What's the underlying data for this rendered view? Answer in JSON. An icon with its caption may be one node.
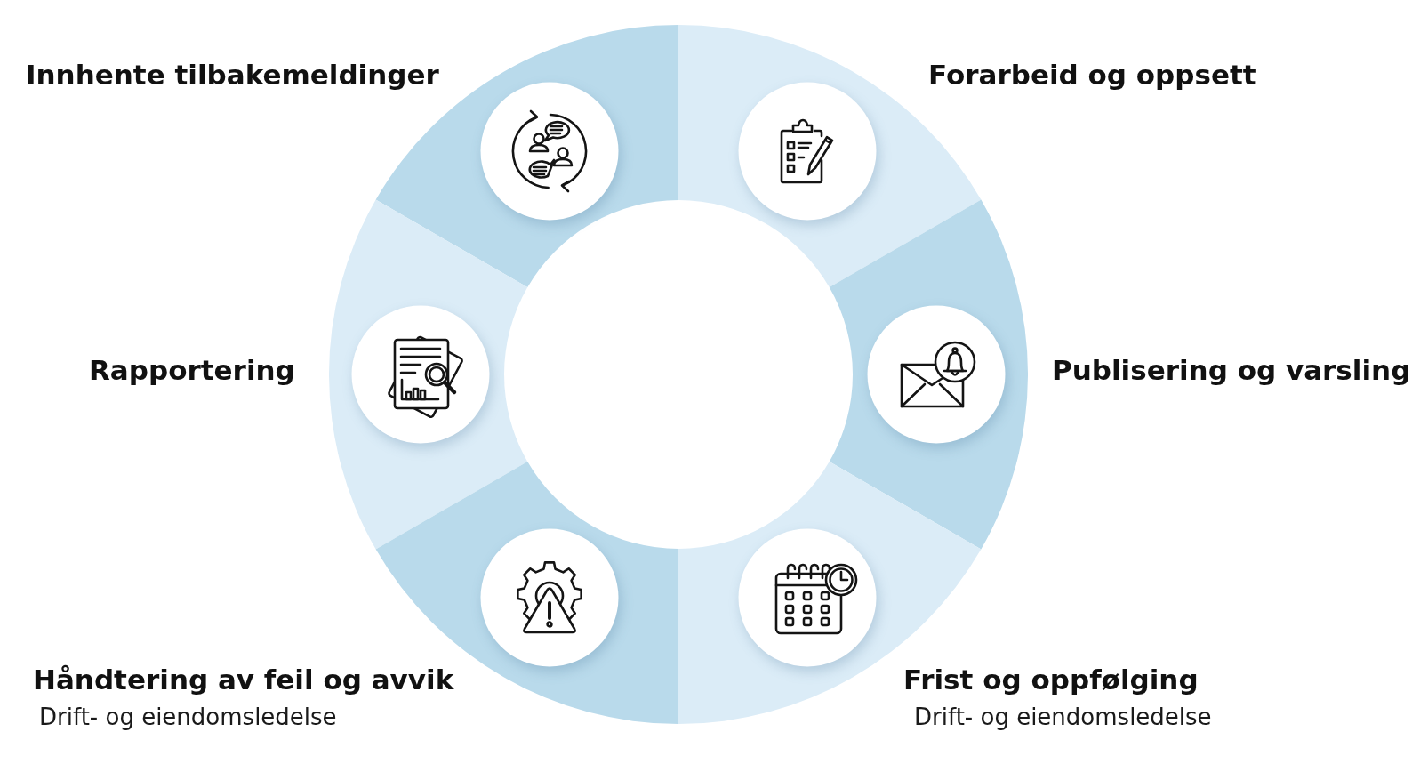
{
  "diagram": {
    "nodes": [
      {
        "text": [
          "Innhente tilbakemeldinger"
        ]
      },
      {
        "text": [
          "Forarbeid og oppsett"
        ]
      },
      {
        "text": [
          "Rapportering"
        ]
      },
      {
        "text": [
          "Publisering og varsling"
        ]
      },
      {
        "text": [
          "Håndtering av feil og avvik",
          "Drift- og eiendomsledelse"
        ]
      },
      {
        "text": [
          "Frist og oppfølging",
          "Drift- og eiendomsledelse"
        ]
      }
    ]
  }
}
